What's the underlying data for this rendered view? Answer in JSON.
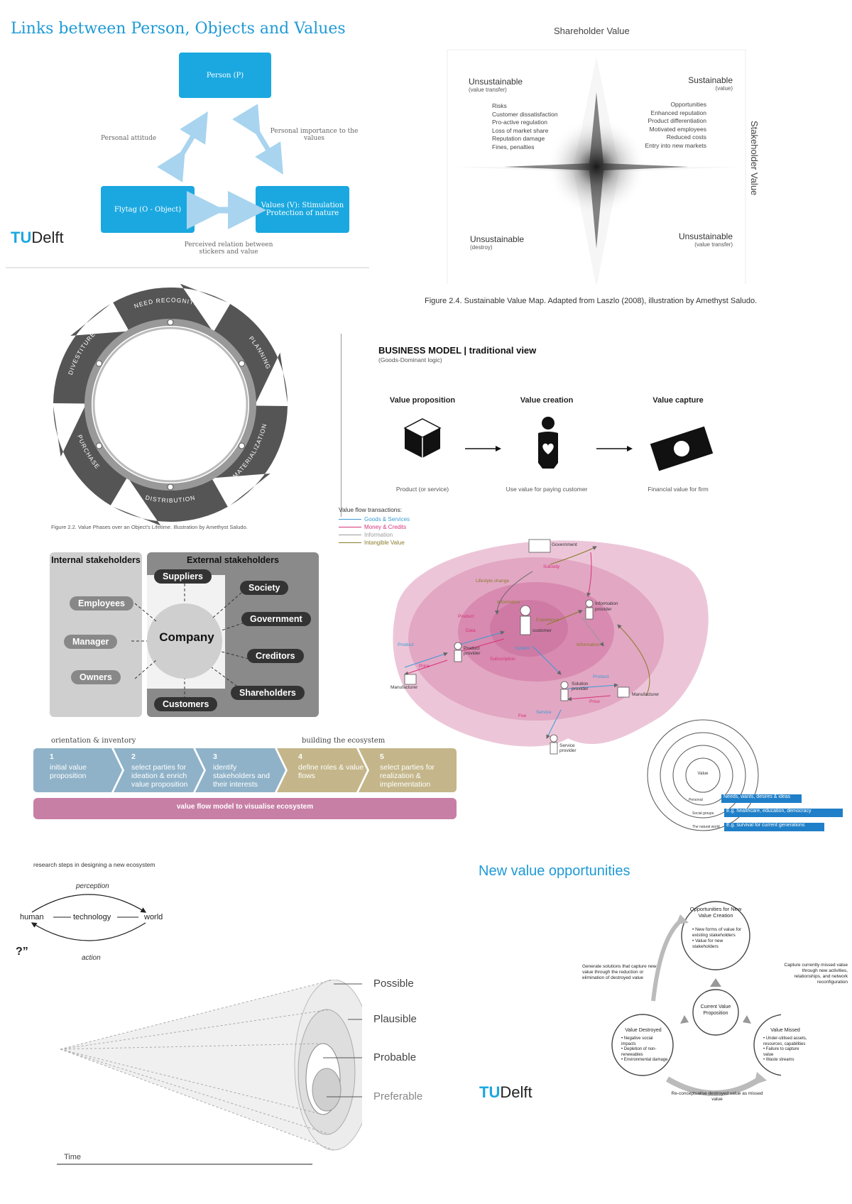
{
  "links": {
    "title": "Links between Person, Objects and Values",
    "person": "Person (P)",
    "left_label": "Personal attitude",
    "right_label": "Personal importance to the values",
    "object": "Flytag (O - Object)",
    "values_line1": "Values (V): Stimulation",
    "values_line2": "Protection of nature",
    "bottom_label_1": "Perceived relation between",
    "bottom_label_2": "stickers and value"
  },
  "tudelft": {
    "tu": "TU",
    "delft": "Delft"
  },
  "sv_map": {
    "top_axis": "Shareholder Value",
    "right_axis": "Stakeholder Value",
    "tl_title": "Unsustainable",
    "tl_sub": "(value transfer)",
    "tl_items": [
      "Risks",
      "Customer dissatisfaction",
      "Pro-active regulation",
      "Loss of market share",
      "Reputation damage",
      "Fines, penalties"
    ],
    "tr_title": "Sustainable",
    "tr_sub": "(value)",
    "tr_items": [
      "Opportunities",
      "Enhanced reputation",
      "Product differentiation",
      "Motivated employees",
      "Reduced costs",
      "Entry into new markets"
    ],
    "bl_title": "Unsustainable",
    "bl_sub": "(destroy)",
    "br_title": "Unsustainable",
    "br_sub": "(value transfer)",
    "caption": "Figure 2.4.   Sustainable Value Map. Adapted from Laszlo (2008), illustration by Amethyst Saludo."
  },
  "phases": {
    "labels": [
      "NEED RECOGNITION",
      "PLANNING",
      "MATERIALIZATION",
      "DISTRIBUTION",
      "PURCHASE",
      "DIVESTITURE"
    ],
    "caption": "Figure 2.2.   Value Phases over an Object's Lifetime. Illustration by Amethyst Saludo."
  },
  "business": {
    "title": "BUSINESS MODEL | traditional view",
    "subtitle": "(Goods-Dominant logic)",
    "col1": "Value proposition",
    "col2": "Value creation",
    "col3": "Value capture",
    "cap1": "Product (or service)",
    "cap2": "Use value for paying customer",
    "cap3": "Financial value for firm"
  },
  "value_flow": {
    "legend_title": "Value flow transactions:",
    "legend": [
      {
        "label": "Goods & Services",
        "color": "#3a9bd5"
      },
      {
        "label": "Money & Credits",
        "color": "#d6337a"
      },
      {
        "label": "Information",
        "color": "#999999"
      },
      {
        "label": "Intangible Value",
        "color": "#8a7a2a"
      }
    ],
    "nodes": [
      "Government",
      "Subsidy",
      "Lifestyle change",
      "Information",
      "Information provider",
      "Product",
      "Experience",
      "Data",
      "customer",
      "Product provider",
      "Product",
      "System",
      "Subscription",
      "Information",
      "Solution provider",
      "Product",
      "Price",
      "Manufacturer",
      "Price",
      "Manufacturer",
      "Fee",
      "Service",
      "Service provider"
    ]
  },
  "stakeholders": {
    "internal": "Internal stakeholders",
    "external": "External stakeholders",
    "company": "Company",
    "left": [
      "Employees",
      "Manager",
      "Owners"
    ],
    "top": "Suppliers",
    "bottom": "Customers",
    "right": [
      "Society",
      "Government",
      "Creditors",
      "Shareholders"
    ]
  },
  "steps": {
    "phase1": "orientation & inventory",
    "phase2": "building the ecosystem",
    "items": [
      {
        "n": "1",
        "text": "initial value proposition"
      },
      {
        "n": "2",
        "text": "select parties for ideation & enrich value proposition"
      },
      {
        "n": "3",
        "text": "identify stakeholders and their interests"
      },
      {
        "n": "4",
        "text": "define roles & value flows"
      },
      {
        "n": "5",
        "text": "select parties for realization & implementation"
      }
    ],
    "bar": "value flow model to visualise ecosystem"
  },
  "circles": {
    "center": "Value",
    "labels": [
      "Needs, wants, desires & ideas",
      "E.g. healthcare, education, democracy",
      "E.g. survival for current generations"
    ],
    "ring_labels": [
      "Personal",
      "Social groups",
      "The natural world"
    ]
  },
  "ecosystem_caption": "research steps in designing a new ecosystem",
  "mediation": {
    "perception": "perception",
    "human": "human",
    "technology": "technology",
    "world": "world",
    "action": "action",
    "quote": "?”"
  },
  "cone": {
    "labels": [
      "Possible",
      "Plausible",
      "Probable",
      "Preferable"
    ],
    "axis": "Time"
  },
  "opportunities": {
    "title": "New value  opportunities",
    "top_title": "Opportunities for New Value Creation",
    "top_items": [
      "New forms of value for existing stakeholders",
      "Value for new stakeholders"
    ],
    "center": "Current Value Proposition",
    "left_title": "Value Destroyed",
    "left_items": [
      "Negative social impacts",
      "Depletion of non-renewables",
      "Environmental damage"
    ],
    "right_title": "Value Missed",
    "right_items": [
      "Under-utilised assets, resources, capabilities",
      "Failure to capture value",
      "Waste streams"
    ],
    "left_note": "Generate solutions that capture new value through the reduction or elimination of destroyed value",
    "right_note": "Capture currently missed value through new activities, relationships, and network reconfiguration",
    "bottom_note": "Re-conceptualise destroyed value as missed value"
  }
}
